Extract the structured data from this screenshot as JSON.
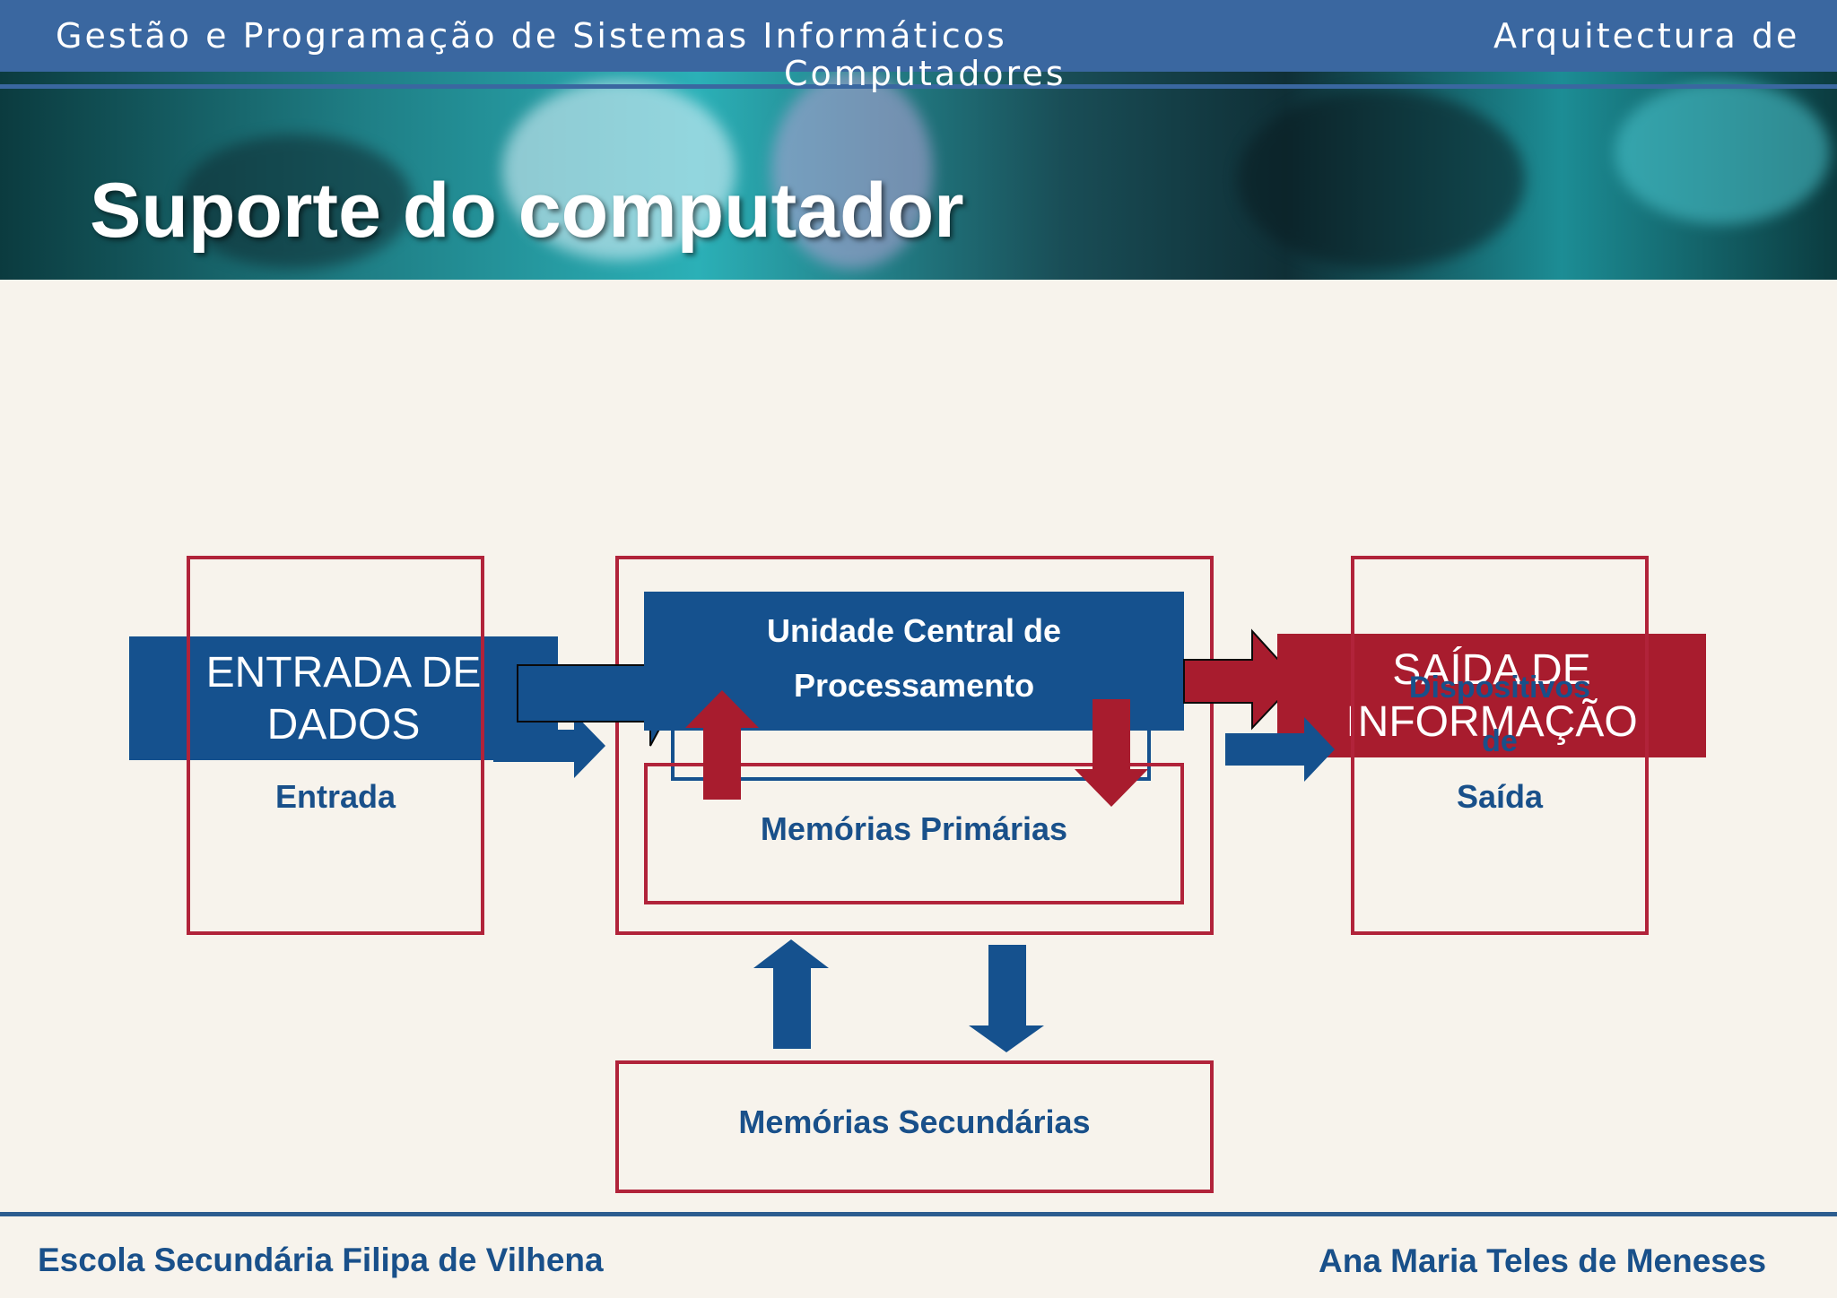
{
  "header": {
    "course": "Gestão e Programação de Sistemas Informáticos",
    "subject_line1": "Arquitectura de",
    "subject_line2": "Computadores"
  },
  "slide_title": "Suporte do computador",
  "diagram": {
    "input_band": {
      "line1": "ENTRADA DE",
      "line2": "DADOS"
    },
    "input_box_label": "Entrada",
    "cpu": {
      "line1": "Unidade Central de",
      "line2": "Processamento"
    },
    "primary_memory": "Memórias Primárias",
    "output_band": {
      "line1": "SAÍDA DE",
      "line2": "INFORMAÇÃO"
    },
    "output_overlay": {
      "line1": "Dispositivos",
      "line2": "de"
    },
    "output_box_label": "Saída",
    "secondary_memory": "Memórias Secundárias",
    "colors": {
      "blue": "#15518e",
      "red": "#a81c2e",
      "box_border": "#b1233a",
      "text_blue": "#19508a"
    }
  },
  "footer": {
    "school": "Escola Secundária Filipa de Vilhena",
    "author": "Ana Maria Teles de Meneses"
  }
}
